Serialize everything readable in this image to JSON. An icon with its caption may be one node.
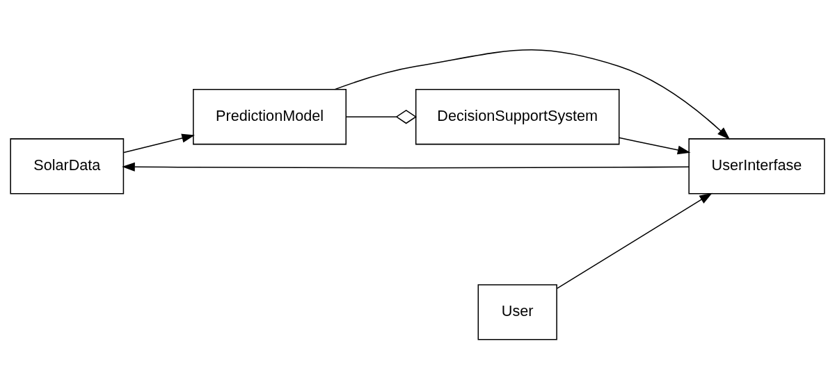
{
  "diagram": {
    "nodes": [
      {
        "text": [
          "SolarData"
        ]
      },
      {
        "text": [
          "PredictionModel"
        ]
      },
      {
        "text": [
          "UserInterfase"
        ]
      },
      {
        "text": [
          "User"
        ]
      },
      {
        "text": [
          "DecisionSupportSystem"
        ]
      }
    ],
    "edges": [
      {
        "from": 2,
        "to": 0,
        "arrow": "to"
      },
      {
        "from": 0,
        "to": 1,
        "arrow": "to"
      },
      {
        "from": 1,
        "to": 2,
        "arrow": "to"
      },
      {
        "from": 3,
        "to": 2,
        "arrow": "to"
      },
      {
        "from": 4,
        "to": 2,
        "arrow": "to"
      },
      {
        "from": 1,
        "to": 4,
        "arrow": "other"
      }
    ]
  }
}
